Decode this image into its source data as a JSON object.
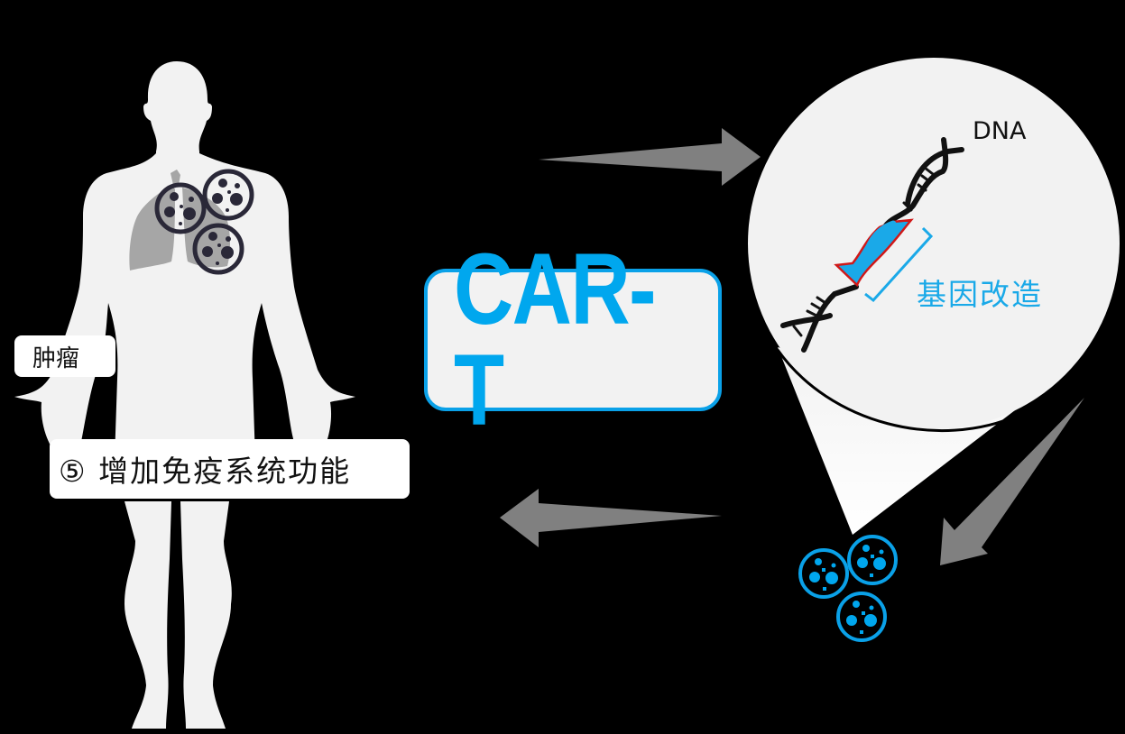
{
  "diagram": {
    "title": "CAR-T",
    "colors": {
      "background": "#000000",
      "body": "#f2f2f2",
      "lungs": "#a6a6a6",
      "tumor_cells": "#2a2838",
      "car_t_accent": "#00a7ee",
      "car_t_box_fill": "#f2f2f2",
      "arrow": "#808080",
      "dna_black": "#111111",
      "dna_modified_fill": "#1aa9e8",
      "dna_modified_outline": "#d01818",
      "magnifier": "#f2f2f2"
    },
    "labels": {
      "tumor": "肿瘤",
      "immune_step": "⑤ 增加免疫系统功能",
      "center": "CAR-T",
      "dna": "DNA",
      "gene_modification": "基因改造"
    },
    "nodes": [
      {
        "id": "patient-body",
        "description": "human silhouette with tumor cells in chest/lung",
        "tumor_cell_count": 3
      },
      {
        "id": "car-t-box",
        "text": "CAR-T"
      },
      {
        "id": "dna-magnifier",
        "description": "magnified DNA double helix with highlighted modified segment"
      },
      {
        "id": "modified-t-cells",
        "description": "three blue engineered cells",
        "cell_count": 3
      }
    ],
    "edges": [
      {
        "from": "patient-body",
        "to": "dna-magnifier",
        "direction": "right"
      },
      {
        "from": "dna-magnifier",
        "to": "modified-t-cells",
        "direction": "down-left"
      },
      {
        "from": "modified-t-cells",
        "to": "patient-body",
        "direction": "left"
      }
    ]
  }
}
